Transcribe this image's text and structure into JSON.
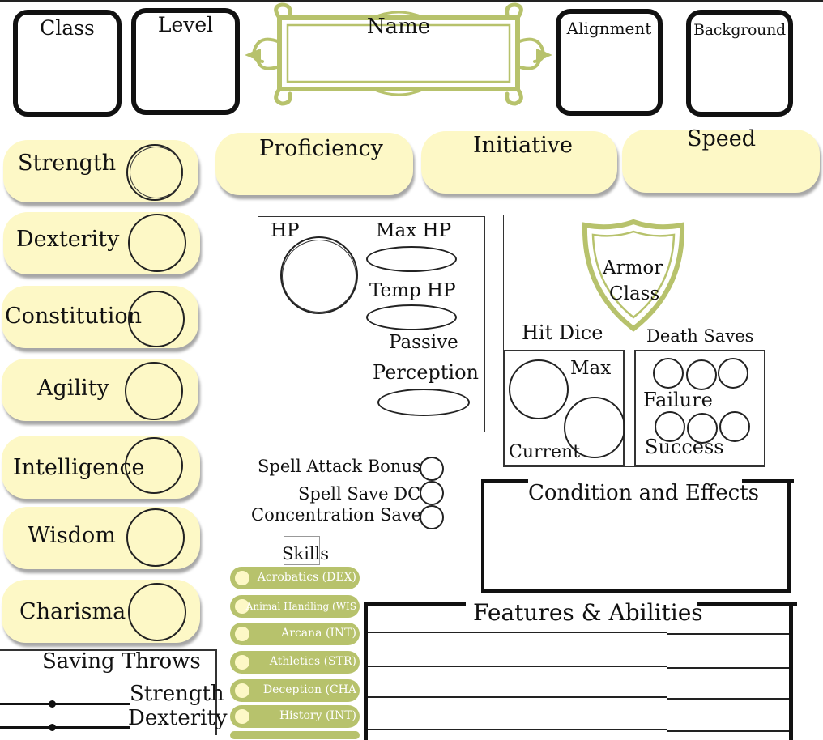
{
  "header": {
    "class_label": "Class",
    "level_label": "Level",
    "name_label": "Name",
    "alignment_label": "Alignment",
    "background_label": "Background"
  },
  "abilities": [
    {
      "label": "Strength"
    },
    {
      "label": "Dexterity"
    },
    {
      "label": "Constitution"
    },
    {
      "label": "Agility"
    },
    {
      "label": "Intelligence"
    },
    {
      "label": "Wisdom"
    },
    {
      "label": "Charisma"
    }
  ],
  "stats": {
    "proficiency_label": "Proficiency",
    "initiative_label": "Initiative",
    "speed_label": "Speed"
  },
  "health": {
    "hp_label": "HP",
    "max_hp_label": "Max HP",
    "temp_hp_label": "Temp HP",
    "passive_label": "Passive",
    "perception_label": "Perception"
  },
  "armor": {
    "armor_label": "Armor",
    "class_label": "Class",
    "hit_dice_label": "Hit Dice",
    "max_label": "Max",
    "current_label": "Current",
    "death_saves_label": "Death Saves",
    "failure_label": "Failure",
    "success_label": "Success"
  },
  "spells": {
    "attack_bonus_label": "Spell Attack Bonus",
    "save_dc_label": "Spell Save DC",
    "concentration_label": "Concentration Save"
  },
  "conditions": {
    "title": "Condition and Effects"
  },
  "skills": {
    "title": "Skills",
    "items": [
      {
        "label": "Acrobatics (DEX)"
      },
      {
        "label": "Animal Handling (WIS"
      },
      {
        "label": "Arcana (INT)"
      },
      {
        "label": "Athletics (STR)"
      },
      {
        "label": "Deception (CHA"
      },
      {
        "label": "History (INT)"
      }
    ]
  },
  "features": {
    "title": "Features & Abilities"
  },
  "saving_throws": {
    "title": "Saving Throws",
    "items": [
      {
        "label": "Strength"
      },
      {
        "label": "Dexterity"
      }
    ]
  },
  "colors": {
    "accent": "#b7c26c",
    "pill": "#fdf8c6",
    "ink": "#111111"
  }
}
